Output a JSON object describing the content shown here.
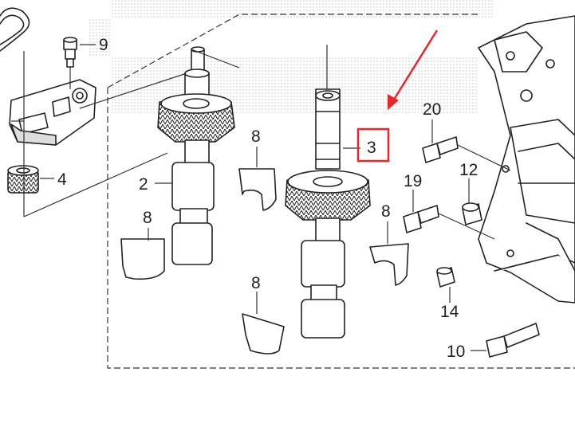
{
  "labels": {
    "p2": "2",
    "p3": "3",
    "p4": "4",
    "p8a": "8",
    "p8b": "8",
    "p8c": "8",
    "p8d": "8",
    "p9": "9",
    "p10": "10",
    "p12": "12",
    "p14": "14",
    "p19": "19",
    "p20": "20"
  },
  "highlight": {
    "label": "3",
    "box_color": "#e8262b",
    "arrow_color": "#e8262b"
  },
  "colors": {
    "line": "#222222",
    "frame": "#333333",
    "watermark": "#b5b5b5"
  }
}
